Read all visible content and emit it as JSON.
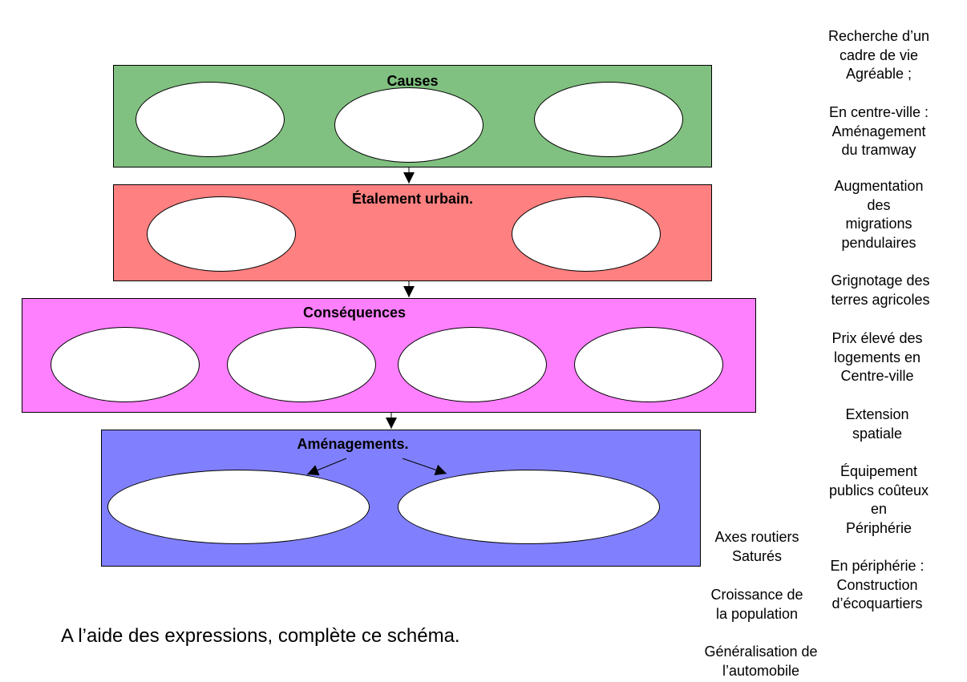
{
  "boxes": {
    "causes": {
      "title": "Causes",
      "color": "#80c080"
    },
    "etalement": {
      "title": "Étalement urbain.",
      "color": "#ff8080"
    },
    "consequences": {
      "title": "Conséquences",
      "color": "#ff80ff"
    },
    "amenagements": {
      "title": "Aménagements.",
      "color": "#8080ff"
    }
  },
  "expressions": {
    "e1": "Recherche d’un\ncadre de vie\nAgréable ;",
    "e2": "En centre-ville :\nAménagement\ndu tramway",
    "e3": "Augmentation\ndes\nmigrations\npendulaires",
    "e4": "Grignotage des\nterres agricoles",
    "e5": "Prix élevé des\nlogements en\nCentre-ville",
    "e6": "Extension\nspatiale",
    "e7": "Équipement\npublics coûteux\nen\nPériphérie",
    "e8": "Axes routiers\nSaturés",
    "e9": "En périphérie :\nConstruction\nd’écoquartiers",
    "e10": "Croissance de\nla population",
    "e11": "Généralisation de\nl’automobile"
  },
  "instruction": "A l’aide des expressions, complète ce schéma."
}
